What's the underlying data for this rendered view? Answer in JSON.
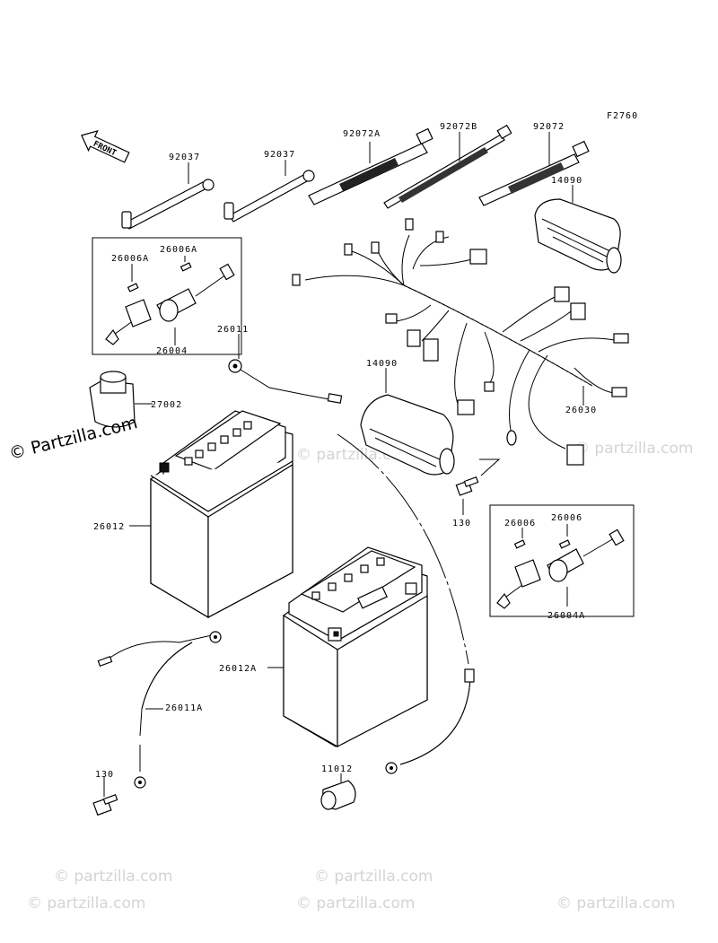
{
  "diagram": {
    "figure_code": "F2760",
    "front_label": "FRONT",
    "labels": {
      "p92037_a": "92037",
      "p92037_b": "92037",
      "p92072A": "92072A",
      "p92072B": "92072B",
      "p92072": "92072",
      "p14090_top": "14090",
      "p26006A_1": "26006A",
      "p26006A_2": "26006A",
      "p26004": "26004",
      "p26011": "26011",
      "p27002": "27002",
      "p14090_mid": "14090",
      "p26030": "26030",
      "p26012": "26012",
      "p130_a": "130",
      "p26006_1": "26006",
      "p26006_2": "26006",
      "p26004A": "26004A",
      "p26012A": "26012A",
      "p26011A": "26011A",
      "p130_b": "130",
      "p11012": "11012"
    },
    "watermark": "© Partzilla.com",
    "watermark_small": "© partzilla.com"
  }
}
